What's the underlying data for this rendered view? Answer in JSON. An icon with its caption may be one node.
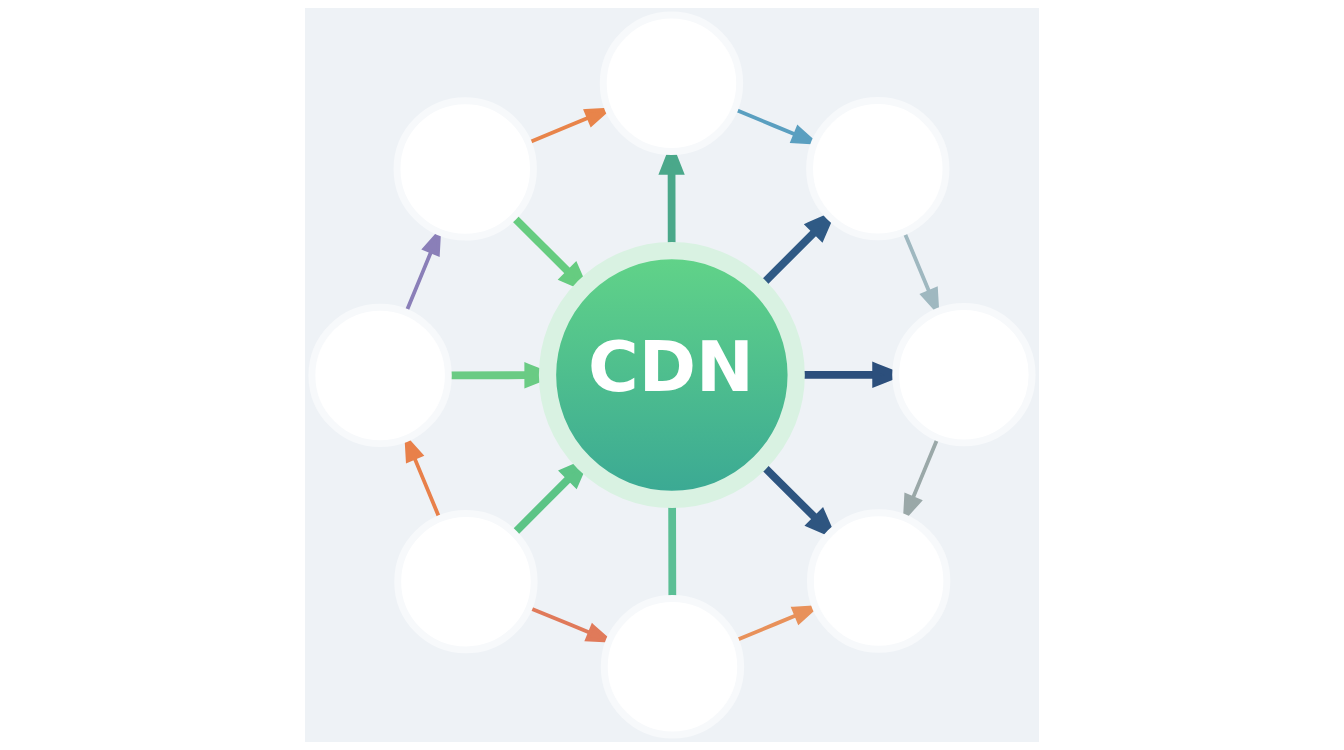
{
  "diagram": {
    "nodes": [
      {
        "text": [],
        "shape": "circle"
      },
      {
        "text": [],
        "shape": "circle"
      },
      {
        "text": [],
        "shape": "circle"
      },
      {
        "text": [],
        "shape": "circle"
      },
      {
        "text": [
          "CDN"
        ]
      },
      {
        "text": [],
        "shape": "circle"
      },
      {
        "text": [],
        "shape": "circle"
      },
      {
        "text": [],
        "shape": "circle"
      },
      {
        "text": [],
        "shape": "circle"
      }
    ],
    "edges": [
      {
        "from": 1,
        "to": 4,
        "arrow": "to",
        "style": "thick",
        "color": "#66cc80"
      },
      {
        "from": 4,
        "to": 0,
        "arrow": "to",
        "style": "thick",
        "color": "#4aa88a"
      },
      {
        "from": 4,
        "to": 2,
        "arrow": "to",
        "style": "thick",
        "color": "#2f5a85"
      },
      {
        "from": 3,
        "to": 4,
        "arrow": "to",
        "style": "thick",
        "color": "#6acb84"
      },
      {
        "from": 4,
        "to": 5,
        "arrow": "to",
        "style": "thick",
        "color": "#2c4f7c"
      },
      {
        "from": 6,
        "to": 4,
        "arrow": "to",
        "style": "thick",
        "color": "#5cc486"
      },
      {
        "from": 4,
        "to": 7,
        "arrow": "to",
        "style": "thick",
        "color": "#2e5580"
      },
      {
        "from": 4,
        "to": 8,
        "arrow": "none",
        "style": "thick",
        "color": "#5bbf95"
      },
      {
        "from": 1,
        "to": 0,
        "arrow": "to",
        "color": "#e8844a"
      },
      {
        "from": 0,
        "to": 2,
        "arrow": "to",
        "color": "#5a9fc0"
      },
      {
        "from": 2,
        "to": 5,
        "arrow": "to",
        "color": "#9fb8c0"
      },
      {
        "from": 5,
        "to": 7,
        "arrow": "to",
        "color": "#9aa8a8"
      },
      {
        "from": 8,
        "to": 7,
        "arrow": "to",
        "color": "#e8915a"
      },
      {
        "from": 6,
        "to": 8,
        "arrow": "to",
        "color": "#e07a5a"
      },
      {
        "from": 6,
        "to": 3,
        "arrow": "to",
        "color": "#e8804a"
      },
      {
        "from": 3,
        "to": 1,
        "arrow": "to",
        "color": "#8a7fb8"
      }
    ]
  }
}
